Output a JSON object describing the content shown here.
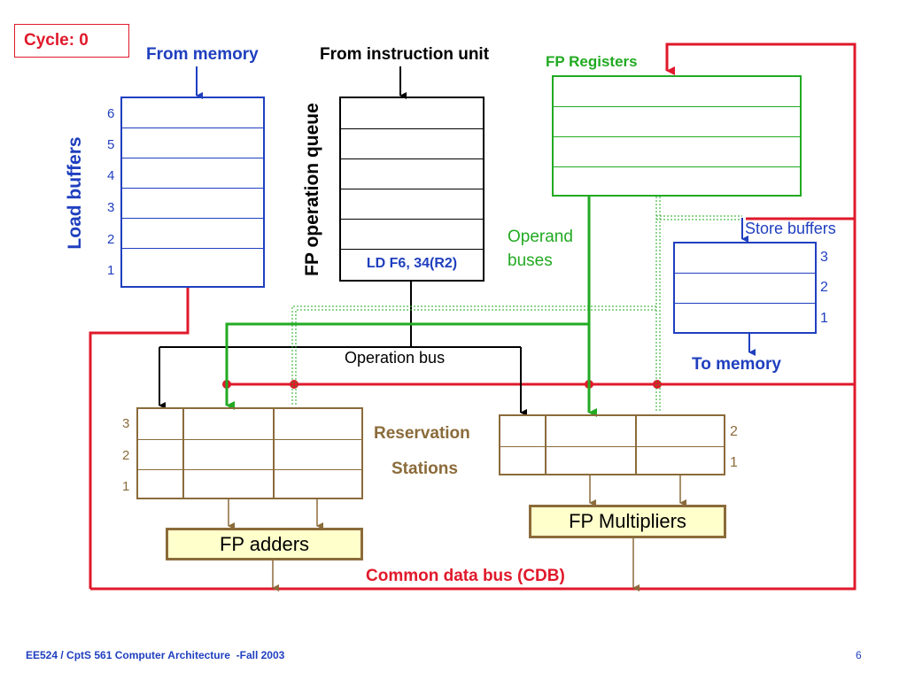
{
  "cycle": {
    "label": "Cycle: 0"
  },
  "labels": {
    "from_memory": "From memory",
    "from_instruction_unit": "From instruction unit",
    "fp_registers": "FP Registers",
    "fp_operation_queue": "FP operation queue",
    "load_buffers": "Load buffers",
    "operand_buses_line1": "Operand",
    "operand_buses_line2": "buses",
    "store_buffers": "Store buffers",
    "to_memory": "To memory",
    "operation_bus": "Operation bus",
    "reservation": "Reservation",
    "stations": "Stations",
    "fp_adders": "FP adders",
    "fp_multipliers": "FP Multipliers",
    "cdb": "Common data bus (CDB)"
  },
  "load_buffer_numbers": [
    "6",
    "5",
    "4",
    "3",
    "2",
    "1"
  ],
  "store_buffer_numbers": [
    "3",
    "2",
    "1"
  ],
  "adder_rs_numbers": [
    "3",
    "2",
    "1"
  ],
  "mult_rs_numbers": [
    "2",
    "1"
  ],
  "queue": {
    "entry_1": "LD F6, 34(R2)"
  },
  "footer": {
    "course": "EE524 / CptS 561 Computer Architecture  -Fall 2003",
    "page": "6"
  },
  "colors": {
    "cdb": "#e0192b",
    "blue": "#1f3fbf",
    "green": "#22aa22",
    "brown": "#8b6b3a",
    "unit_fill": "#ffffcc"
  }
}
